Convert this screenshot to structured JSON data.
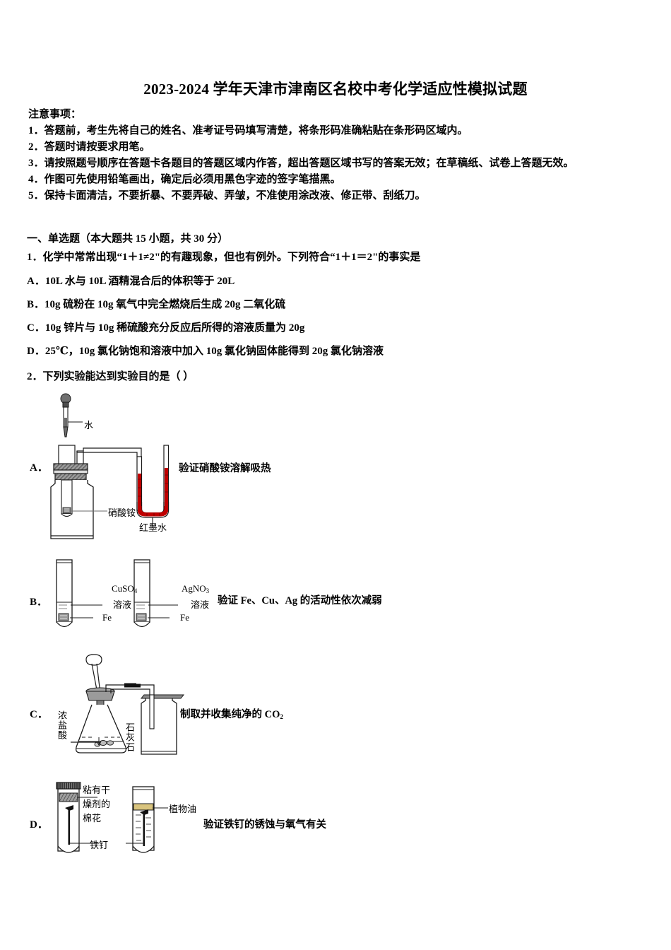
{
  "document": {
    "title": "2023-2024 学年天津市津南区名校中考化学适应性模拟试题",
    "notice_heading": "注意事项：",
    "notices": [
      "1．答题前，考生先将自己的姓名、准考证号码填写清楚，将条形码准确粘贴在条形码区域内。",
      "2．答题时请按要求用笔。",
      "3．请按照题号顺序在答题卡各题目的答题区域内作答，超出答题区域书写的答案无效；在草稿纸、试卷上答题无效。",
      "4．作图可先使用铅笔画出，确定后必须用黑色字迹的签字笔描黑。",
      "5．保持卡面清洁，不要折暴、不要弄破、弄皱，不准使用涂改液、修正带、刮纸刀。"
    ],
    "section_title": "一、单选题（本大题共 15 小题，共 30 分）"
  },
  "question1": {
    "stem": "1．化学中常常出现“1＋1≠2\"的有趣现象，但也有例外。下列符合“1＋1＝2\"的事实是",
    "options": [
      "A．10L 水与 10L 酒精混合后的体积等于 20L",
      "B．10g 硫粉在 10g 氧气中完全燃烧后生成 20g 二氧化硫",
      "C．10g 锌片与 10g 稀硫酸充分反应后所得的溶液质量为 20g",
      "D．25℃，10g 氯化钠饱和溶液中加入 10g 氯化钠固体能得到 20g 氯化钠溶液"
    ]
  },
  "question2": {
    "stem": "2．下列实验能达到实验目的是（      ）",
    "options": [
      {
        "letter": "A．",
        "description": "验证硝酸铵溶解吸热",
        "labels": {
          "water": "水",
          "ammonium_nitrate": "硝酸铵",
          "red_ink": "红墨水"
        }
      },
      {
        "letter": "B．",
        "description": "验证 Fe、Cu、Ag 的活动性依次减弱",
        "labels": {
          "tube1_solute": "CuSO4",
          "tube1_solute_main": "CuSO",
          "tube1_solute_sub": "4",
          "tube1_solution": "溶液",
          "tube1_metal": "Fe",
          "tube2_solute_main": "AgNO",
          "tube2_solute_sub": "3",
          "tube2_solution": "溶液",
          "tube2_metal": "Fe"
        }
      },
      {
        "letter": "C．",
        "description": "制取并收集纯净的 CO₂",
        "description_main": "制取并收集纯净的 CO",
        "description_sub": "2",
        "labels": {
          "acid": "浓盐酸",
          "limestone": "石灰石"
        }
      },
      {
        "letter": "D．",
        "description": "验证铁钉的锈蚀与氧气有关",
        "labels": {
          "cotton": "粘有干燥剂的棉花",
          "cotton_line1": "粘有干",
          "cotton_line2": "燥剂的",
          "cotton_line3": "棉花",
          "nail": "铁钉",
          "oil": "植物油"
        }
      }
    ]
  },
  "colors": {
    "red_ink": "#c00000",
    "oil": "#d9c47e",
    "stopper_gray": "#555555",
    "glass_outline": "#1a1a1a"
  }
}
